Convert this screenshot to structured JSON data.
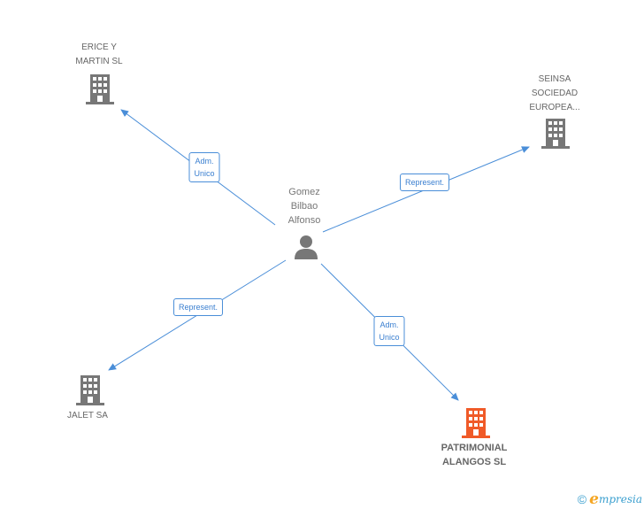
{
  "diagram": {
    "center": {
      "name_lines": [
        "Gomez",
        "Bilbao",
        "Alfonso"
      ],
      "icon": "person-icon"
    },
    "companies": [
      {
        "id": "erice",
        "name_lines": [
          "ERICE Y",
          "MARTIN SL"
        ],
        "icon": "building-icon",
        "color": "#777777"
      },
      {
        "id": "seinsa",
        "name_lines": [
          "SEINSA",
          "SOCIEDAD",
          "EUROPEA..."
        ],
        "icon": "building-icon",
        "color": "#777777"
      },
      {
        "id": "jalet",
        "name_lines": [
          "JALET SA"
        ],
        "icon": "building-icon",
        "color": "#777777"
      },
      {
        "id": "patrimonial",
        "name_lines": [
          "PATRIMONIAL",
          "ALANGOS SL"
        ],
        "icon": "building-icon",
        "color": "#f05a28",
        "highlight": true
      }
    ],
    "relations": [
      {
        "to": "erice",
        "label_lines": [
          "Adm.",
          "Unico"
        ]
      },
      {
        "to": "seinsa",
        "label_lines": [
          "Represent."
        ]
      },
      {
        "to": "jalet",
        "label_lines": [
          "Represent."
        ]
      },
      {
        "to": "patrimonial",
        "label_lines": [
          "Adm.",
          "Unico"
        ]
      }
    ],
    "edge_color": "#4a8ed8"
  },
  "footer": {
    "copyright_symbol": "©",
    "brand_initial": "e",
    "brand_rest": "mpresia"
  }
}
